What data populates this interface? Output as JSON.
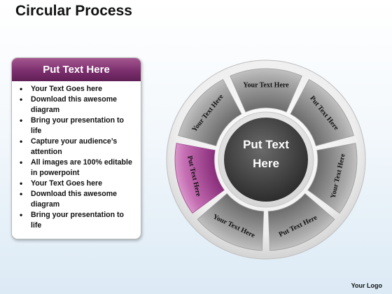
{
  "page": {
    "title": "Circular Process",
    "logo": "Your Logo"
  },
  "panel": {
    "title": "Put Text Here",
    "bullets": [
      "Your Text Goes here",
      "Download this awesome diagram",
      "Bring your presentation to life",
      "Capture your audience’s attention",
      "All images are 100% editable in powerpoint",
      "Your Text Goes here",
      "Download this awesome diagram",
      "Bring your presentation to life"
    ]
  },
  "diagram": {
    "center_label_line1": "Put Text",
    "center_label_line2": "Here",
    "segments": [
      {
        "label": "Your Text Here",
        "highlighted": false
      },
      {
        "label": "Put Text Here",
        "highlighted": false
      },
      {
        "label": "Your Text Here",
        "highlighted": false
      },
      {
        "label": "Put Text Here",
        "highlighted": false
      },
      {
        "label": "Your Text Here",
        "highlighted": false
      },
      {
        "label": "Put Text Here",
        "highlighted": true
      },
      {
        "label": "Your Text Here",
        "highlighted": false
      }
    ]
  },
  "colors": {
    "panel_header": "#7c2f6e",
    "segment_gray": "#8a8a8a",
    "segment_highlight": "#b45aa2",
    "center": "#444444"
  }
}
